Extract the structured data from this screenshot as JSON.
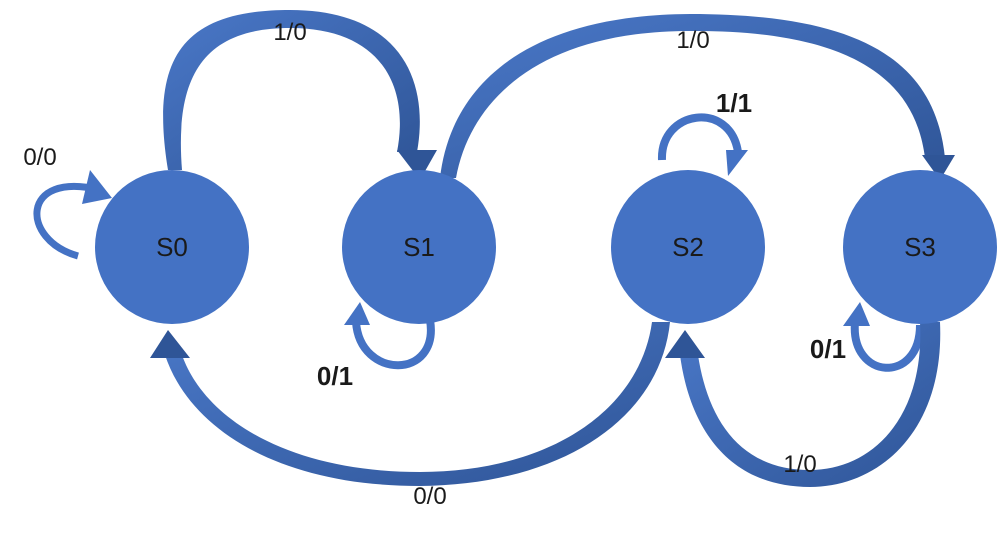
{
  "colors": {
    "state_fill": "#4472c4",
    "arrow_fill": "#4472c4",
    "arrow_dark": "#2f5597"
  },
  "states": [
    {
      "id": "s0",
      "label": "S0"
    },
    {
      "id": "s1",
      "label": "S1"
    },
    {
      "id": "s2",
      "label": "S2"
    },
    {
      "id": "s3",
      "label": "S3"
    }
  ],
  "transitions": [
    {
      "id": "s0-self",
      "from": "S0",
      "to": "S0",
      "label": "0/0"
    },
    {
      "id": "s0-s1",
      "from": "S0",
      "to": "S1",
      "label": "1/0"
    },
    {
      "id": "s1-s3",
      "from": "S1",
      "to": "S3",
      "label": "1/0"
    },
    {
      "id": "s2-self",
      "from": "S2",
      "to": "S2",
      "label": "1/1"
    },
    {
      "id": "s1-self",
      "from": "S1",
      "to": "S1",
      "label": "0/1"
    },
    {
      "id": "s3-self",
      "from": "S3",
      "to": "S3",
      "label": "0/1"
    },
    {
      "id": "s2-s0",
      "from": "S2",
      "to": "S0",
      "label": "0/0"
    },
    {
      "id": "s3-s2",
      "from": "S3",
      "to": "S2",
      "label": "1/0"
    }
  ]
}
